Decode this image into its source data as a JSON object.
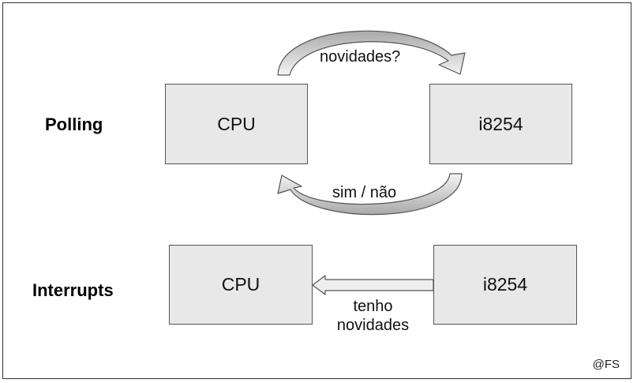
{
  "polling": {
    "label": "Polling",
    "cpu": "CPU",
    "device": "i8254",
    "request": "novidades?",
    "reply": "sim / não"
  },
  "interrupts": {
    "label": "Interrupts",
    "cpu": "CPU",
    "device": "i8254",
    "message_line1": "tenho",
    "message_line2": "novidades"
  },
  "credit": "@FS"
}
